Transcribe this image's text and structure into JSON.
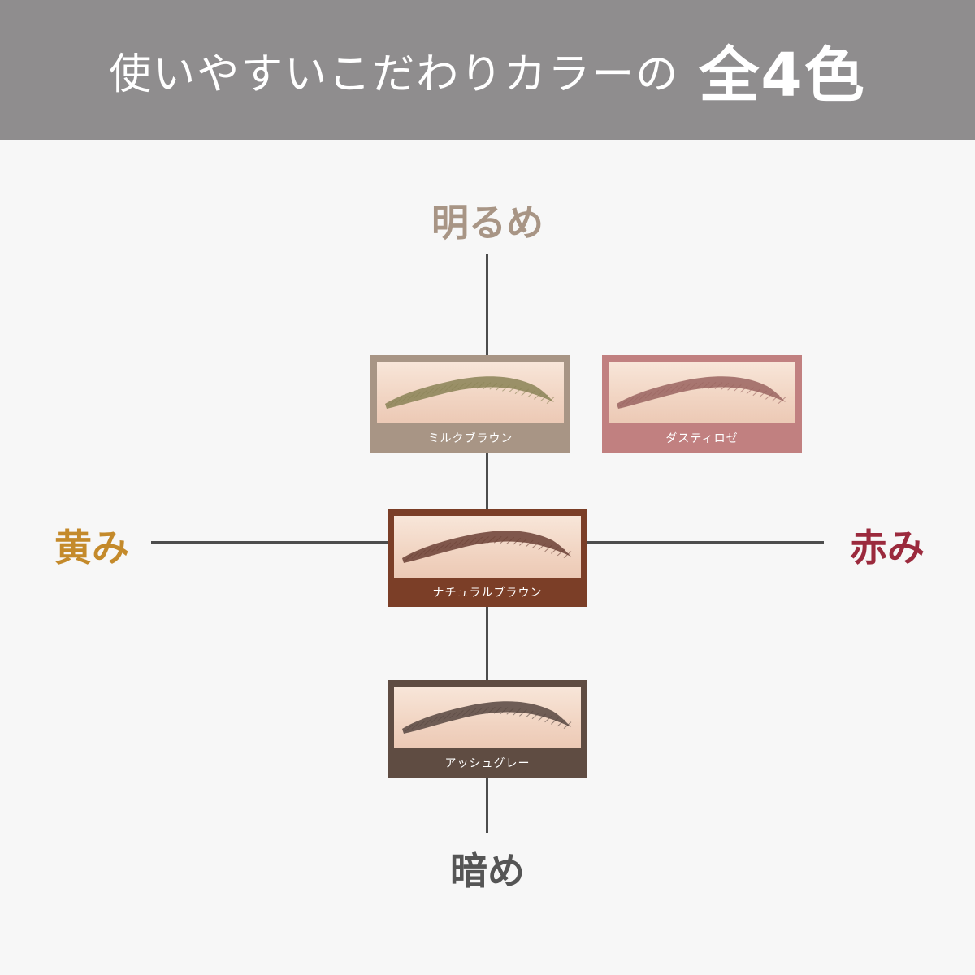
{
  "header": {
    "title_main": "使いやすいこだわりカラーの",
    "title_accent": "全4色",
    "background": "#8f8d8e"
  },
  "axes": {
    "top": {
      "label": "明るめ",
      "color": "#a89585"
    },
    "bottom": {
      "label": "暗め",
      "color": "#555555"
    },
    "left": {
      "label": "黄み",
      "color": "#c48a2b"
    },
    "right": {
      "label": "赤み",
      "color": "#9b2a3d"
    }
  },
  "products": [
    {
      "label": "ミルクブラウン",
      "frame_color": "#a89585",
      "brow_color": "#8a8356"
    },
    {
      "label": "ダスティロゼ",
      "frame_color": "#c18080",
      "brow_color": "#9a6460"
    },
    {
      "label": "ナチュラルブラウン",
      "frame_color": "#7b3e27",
      "brow_color": "#6b4035"
    },
    {
      "label": "アッシュグレー",
      "frame_color": "#5f4c42",
      "brow_color": "#574741"
    }
  ]
}
